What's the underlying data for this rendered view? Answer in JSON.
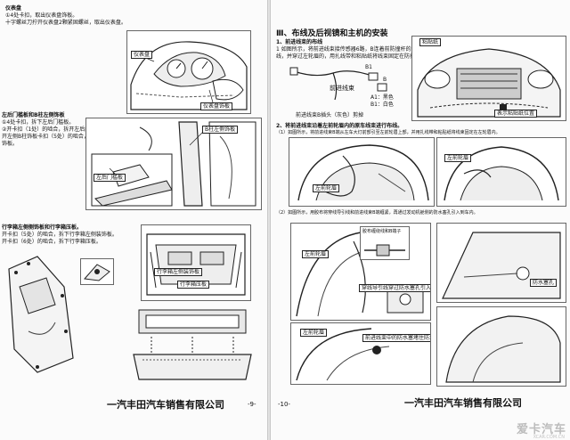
{
  "left_page": {
    "header_lines": [
      "仪表盘",
      "①4处卡扣，取出仪表盘饰板。",
      "十字螺丝刀拧开仪表盘2颗紧固螺丝，取出仪表盘。"
    ],
    "fig1_labels": [
      "仪表盘",
      "仪表盘饰板"
    ],
    "section2_lines": [
      "左后门槛板和B柱左侧饰板",
      "①4处卡扣，拆下左后门槛板。",
      "②开卡扣（1处）的啮合，拆开左后门槛。",
      "开左侧B柱饰板卡扣（5处）的啮合，然后逐步方向",
      "饰板。"
    ],
    "fig2_labels": [
      "B柱左侧饰板",
      "左后门槛板"
    ],
    "section3_lines": [
      "行李箱左侧侧饰板和行李箱压板。",
      "开卡扣（5处）的啮合，拆下行李箱左侧装饰板。",
      "开卡扣（6处）的啮合，拆下行李箱压板。"
    ],
    "fig3_labels": [
      "行李箱左侧装饰板",
      "行李箱压板"
    ],
    "footer": "一汽丰田汽车销售有限公司",
    "page_number": "-9-"
  },
  "right_page": {
    "title": "Ⅲ、布线及后视镜和主机的安装",
    "sub1": "1、前进线束的布线",
    "sub1_lines": [
      "1 如图所示，将前进线束接传感器6路，B连着前防撞杆的左边布",
      "线，并穿过左轮眉的，用扎线带和粘贴纸将线束固定在防撞杆上。"
    ],
    "fig1_labels": [
      "前进线束",
      "A1：黑色",
      "B1：白色",
      "粘贴纸",
      "表示粘贴纸位置",
      "前进线束B插头（灰色）剪掉"
    ],
    "connector_labels": [
      "B1",
      "B"
    ],
    "sub2": "2、将前进线束沿着左前轮眉内的原车线束进行布线。",
    "sub2_lines": [
      "（1）如图所示，将前进线束B端从左车大灯前部引至左前轮眉上部，并用扎线带和粘贴纸将线束固定在左轮眉内。",
      "（2）如图所示，用胶布将穿线导引线和前进线束B端缠紧，再通过发动机舱侧的防水塞孔引入到车内。"
    ],
    "fig2_labels": [
      "左前轮眉",
      "左前轮眉"
    ],
    "fig3_labels": [
      "左前轮眉",
      "胶布缠绕线和B端子",
      "防水塞孔",
      "穿线导引线穿过防水塞孔引入室内"
    ],
    "fig4_labels": [
      "左前轮眉",
      "前进线束中的防水塞堵住防水塞孔"
    ],
    "footer": "一汽丰田汽车销售有限公司",
    "page_number": "-10-",
    "watermark": "爱卡汽车",
    "watermark_url": "XCAR.COM.CN"
  }
}
